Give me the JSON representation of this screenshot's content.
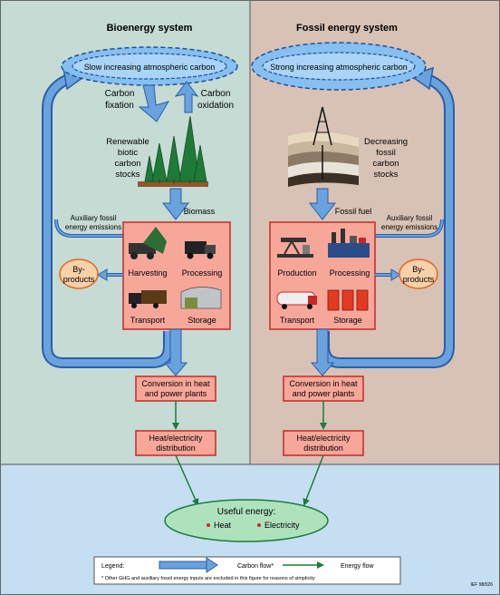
{
  "bioenergy": {
    "title": "Bioenergy system",
    "atmosphere": "Slow increasing atmospheric carbon",
    "carbon_fixation": [
      "Carbon",
      "fixation"
    ],
    "carbon_oxidation": [
      "Carbon",
      "oxidation"
    ],
    "stocks": [
      "Renewable",
      "biotic",
      "carbon",
      "stocks"
    ],
    "flow_label": "Biomass",
    "aux": [
      "Auxiliary fossil",
      "energy emissions"
    ],
    "byproducts": [
      "By-",
      "products"
    ],
    "steps": [
      "Harvesting",
      "Processing",
      "Transport",
      "Storage"
    ],
    "conversion": [
      "Conversion in heat",
      "and power plants"
    ],
    "distribution": [
      "Heat/electricity",
      "distribution"
    ]
  },
  "fossil": {
    "title": "Fossil energy system",
    "atmosphere": "Strong increasing atmospheric carbon",
    "stocks": [
      "Decreasing",
      "fossil",
      "carbon",
      "stocks"
    ],
    "flow_label": "Fossil fuel",
    "aux": [
      "Auxiliary fossil",
      "energy emissions"
    ],
    "byproducts": [
      "By-",
      "products"
    ],
    "steps": [
      "Production",
      "Processing",
      "Transport",
      "Storage"
    ],
    "conversion": [
      "Conversion in heat",
      "and power plants"
    ],
    "distribution": [
      "Heat/electricity",
      "distribution"
    ]
  },
  "useful_energy": {
    "title": "Useful energy:",
    "items": [
      "Heat",
      "Electricity"
    ]
  },
  "legend": {
    "title": "Legend:",
    "carbon_flow": "Carbon flow*",
    "energy_flow": "Energy flow",
    "note": "* Other GHG and auxiliary fossil energy inputs are excluded in this figure for reasons of simplicity"
  },
  "credit": "IEF 98/026",
  "colors": {
    "bio_bg": "#c5dbd3",
    "fossil_bg": "#d8c2b6",
    "bottom_bg": "#c6def2",
    "carbon_arrow": "#6aa2dd",
    "energy_arrow": "#1e7a3d",
    "box_fill": "#f7a79a",
    "box_stroke": "#c62828",
    "byproduct_fill": "#f9d1a9",
    "useful_fill": "#aee2bd"
  }
}
